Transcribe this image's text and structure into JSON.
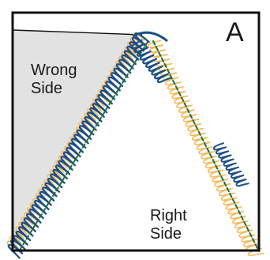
{
  "panel_label": "A",
  "wrong_side": {
    "line1": "Wrong",
    "line2": "Side"
  },
  "right_side": {
    "line1": "Right",
    "line2": "Side"
  },
  "colors": {
    "border": "#111111",
    "wrong_side_fill": "#e2e2e2",
    "needle_thread": "#1d4f85",
    "looper_thread": "#f6b95c",
    "seam_dashes": "#1f6e33",
    "background": "#ffffff"
  }
}
